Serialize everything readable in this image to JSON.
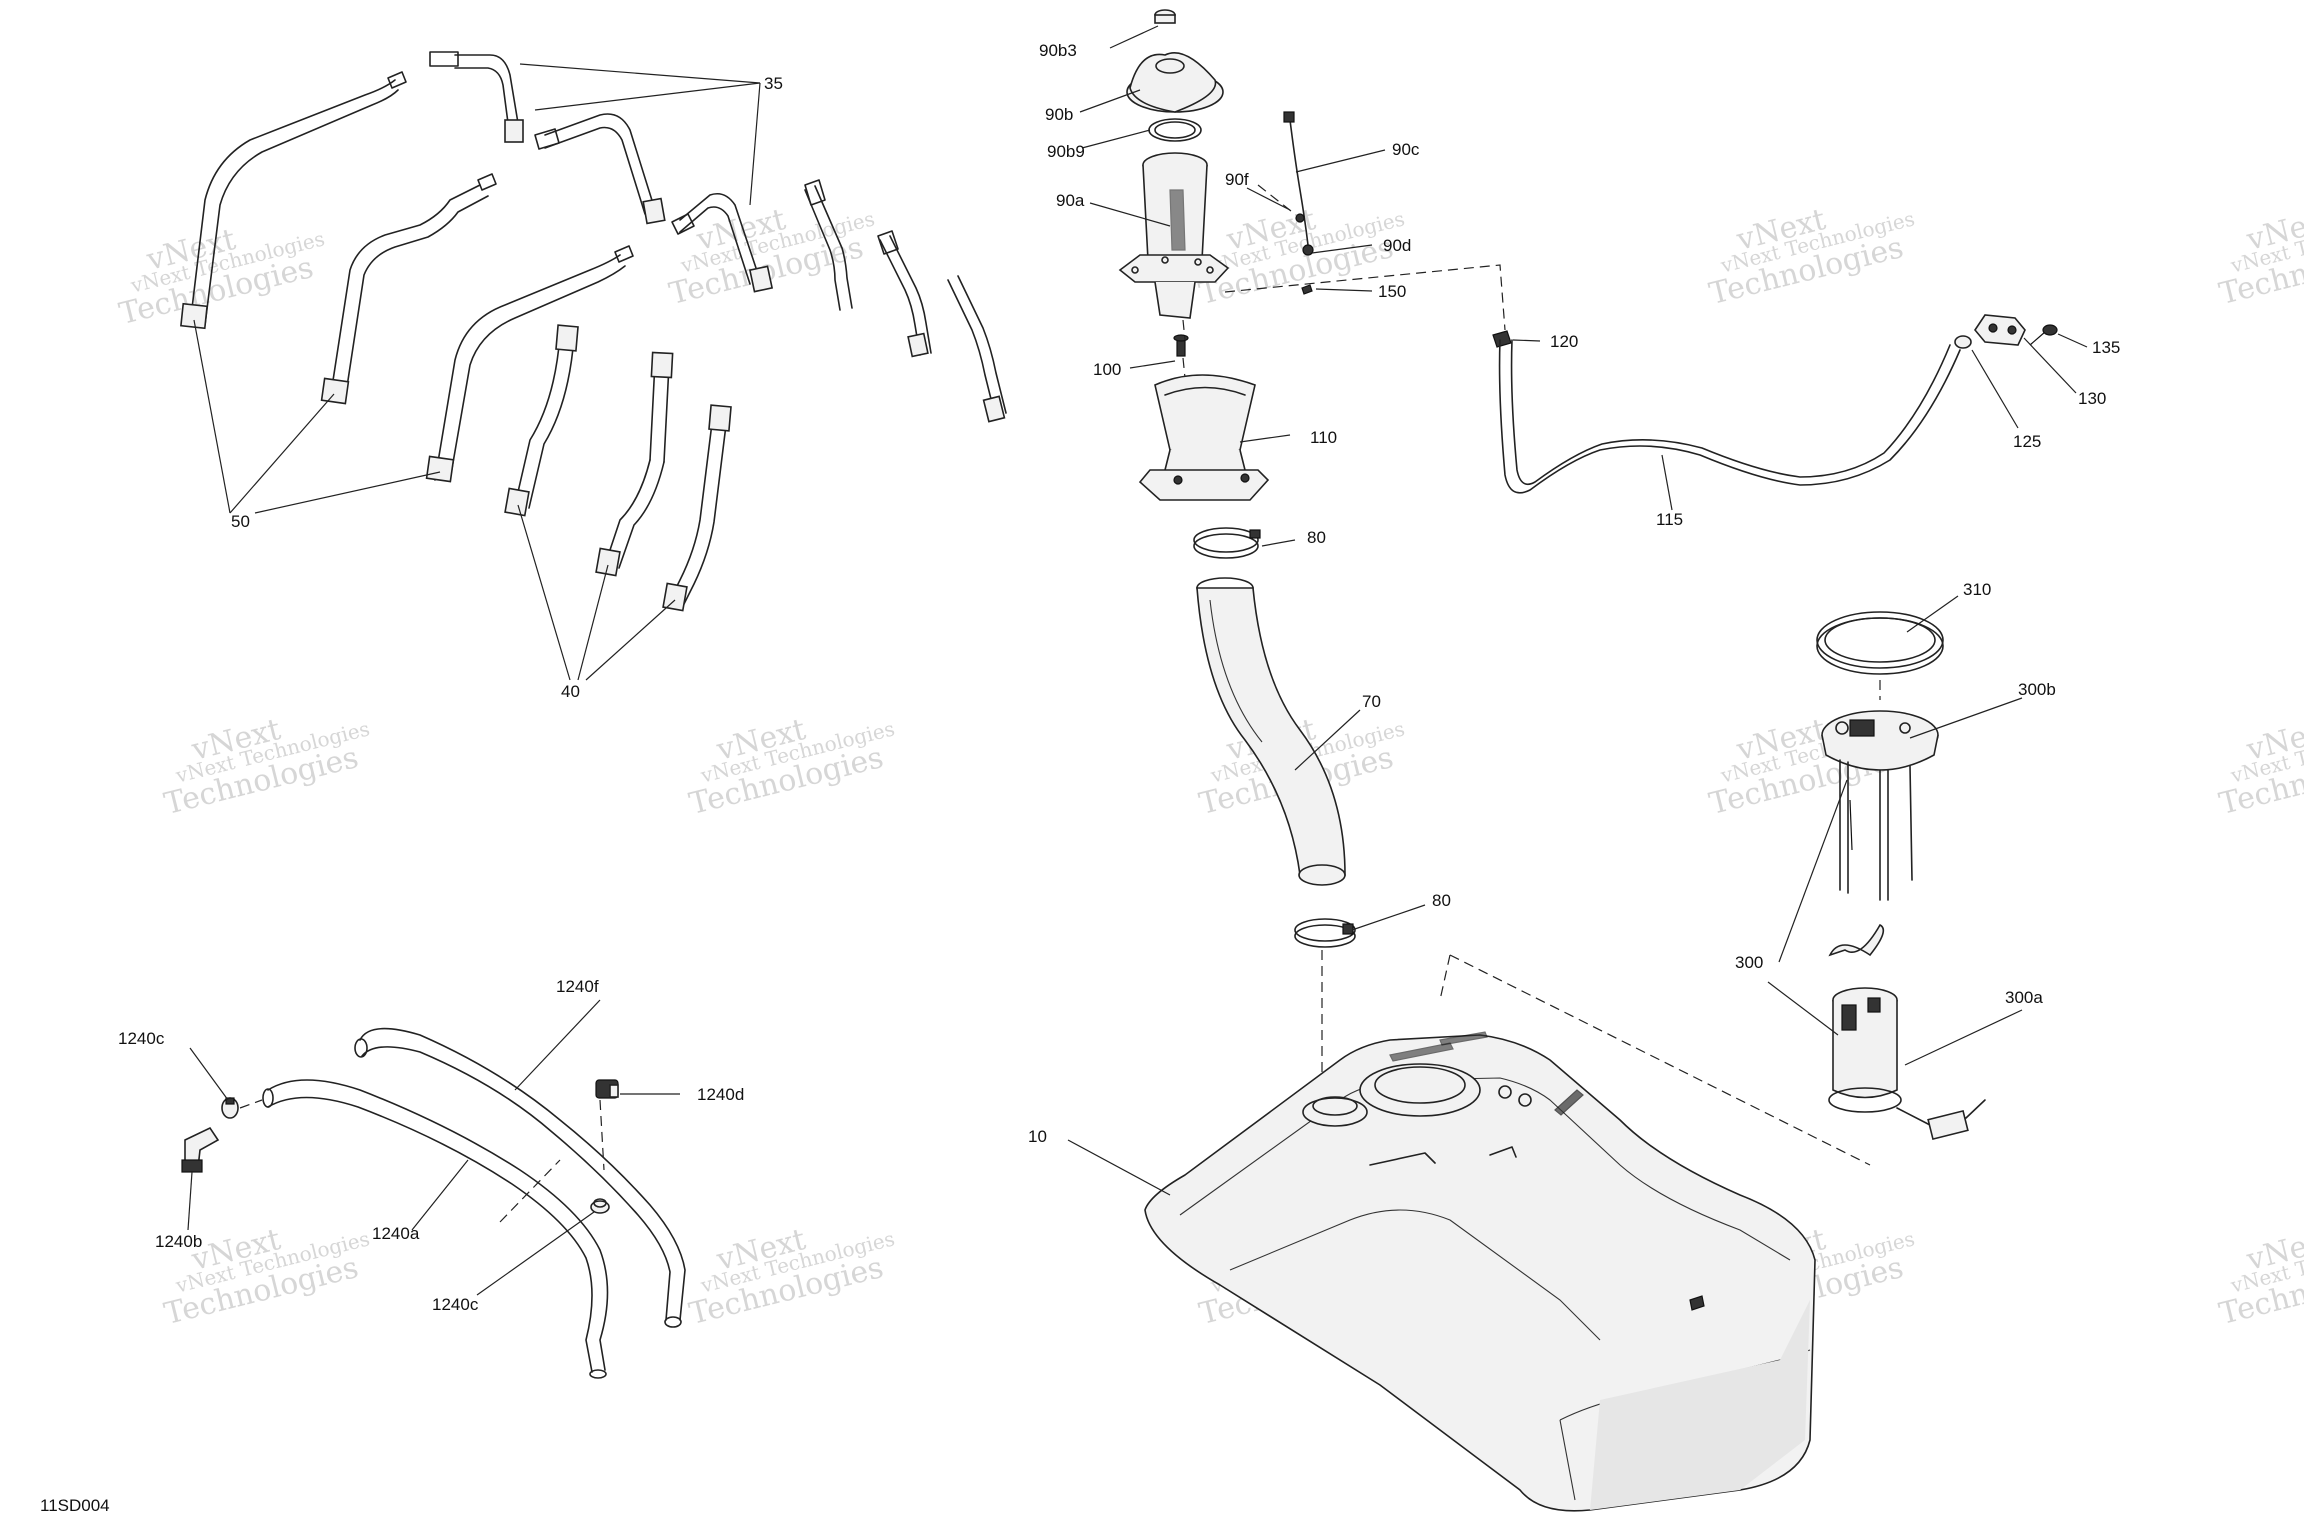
{
  "drawing_code": "11SD004",
  "watermark_lines": [
    "vNext Technologies",
    "vNext",
    "Technologies"
  ],
  "callouts": {
    "c35": "35",
    "c50": "50",
    "c40": "40",
    "c90b3": "90b3",
    "c90b": "90b",
    "c90b9": "90b9",
    "c90a": "90a",
    "c90c": "90c",
    "c90f": "90f",
    "c90d": "90d",
    "c150": "150",
    "c100": "100",
    "c110": "110",
    "c80a": "80",
    "c80b": "80",
    "c70": "70",
    "c10": "10",
    "c120": "120",
    "c115": "115",
    "c125": "125",
    "c130": "130",
    "c135": "135",
    "c310": "310",
    "c300b": "300b",
    "c300": "300",
    "c300a": "300a",
    "c1240f": "1240f",
    "c1240c1": "1240c",
    "c1240d": "1240d",
    "c1240b": "1240b",
    "c1240a": "1240a",
    "c1240c2": "1240c"
  }
}
